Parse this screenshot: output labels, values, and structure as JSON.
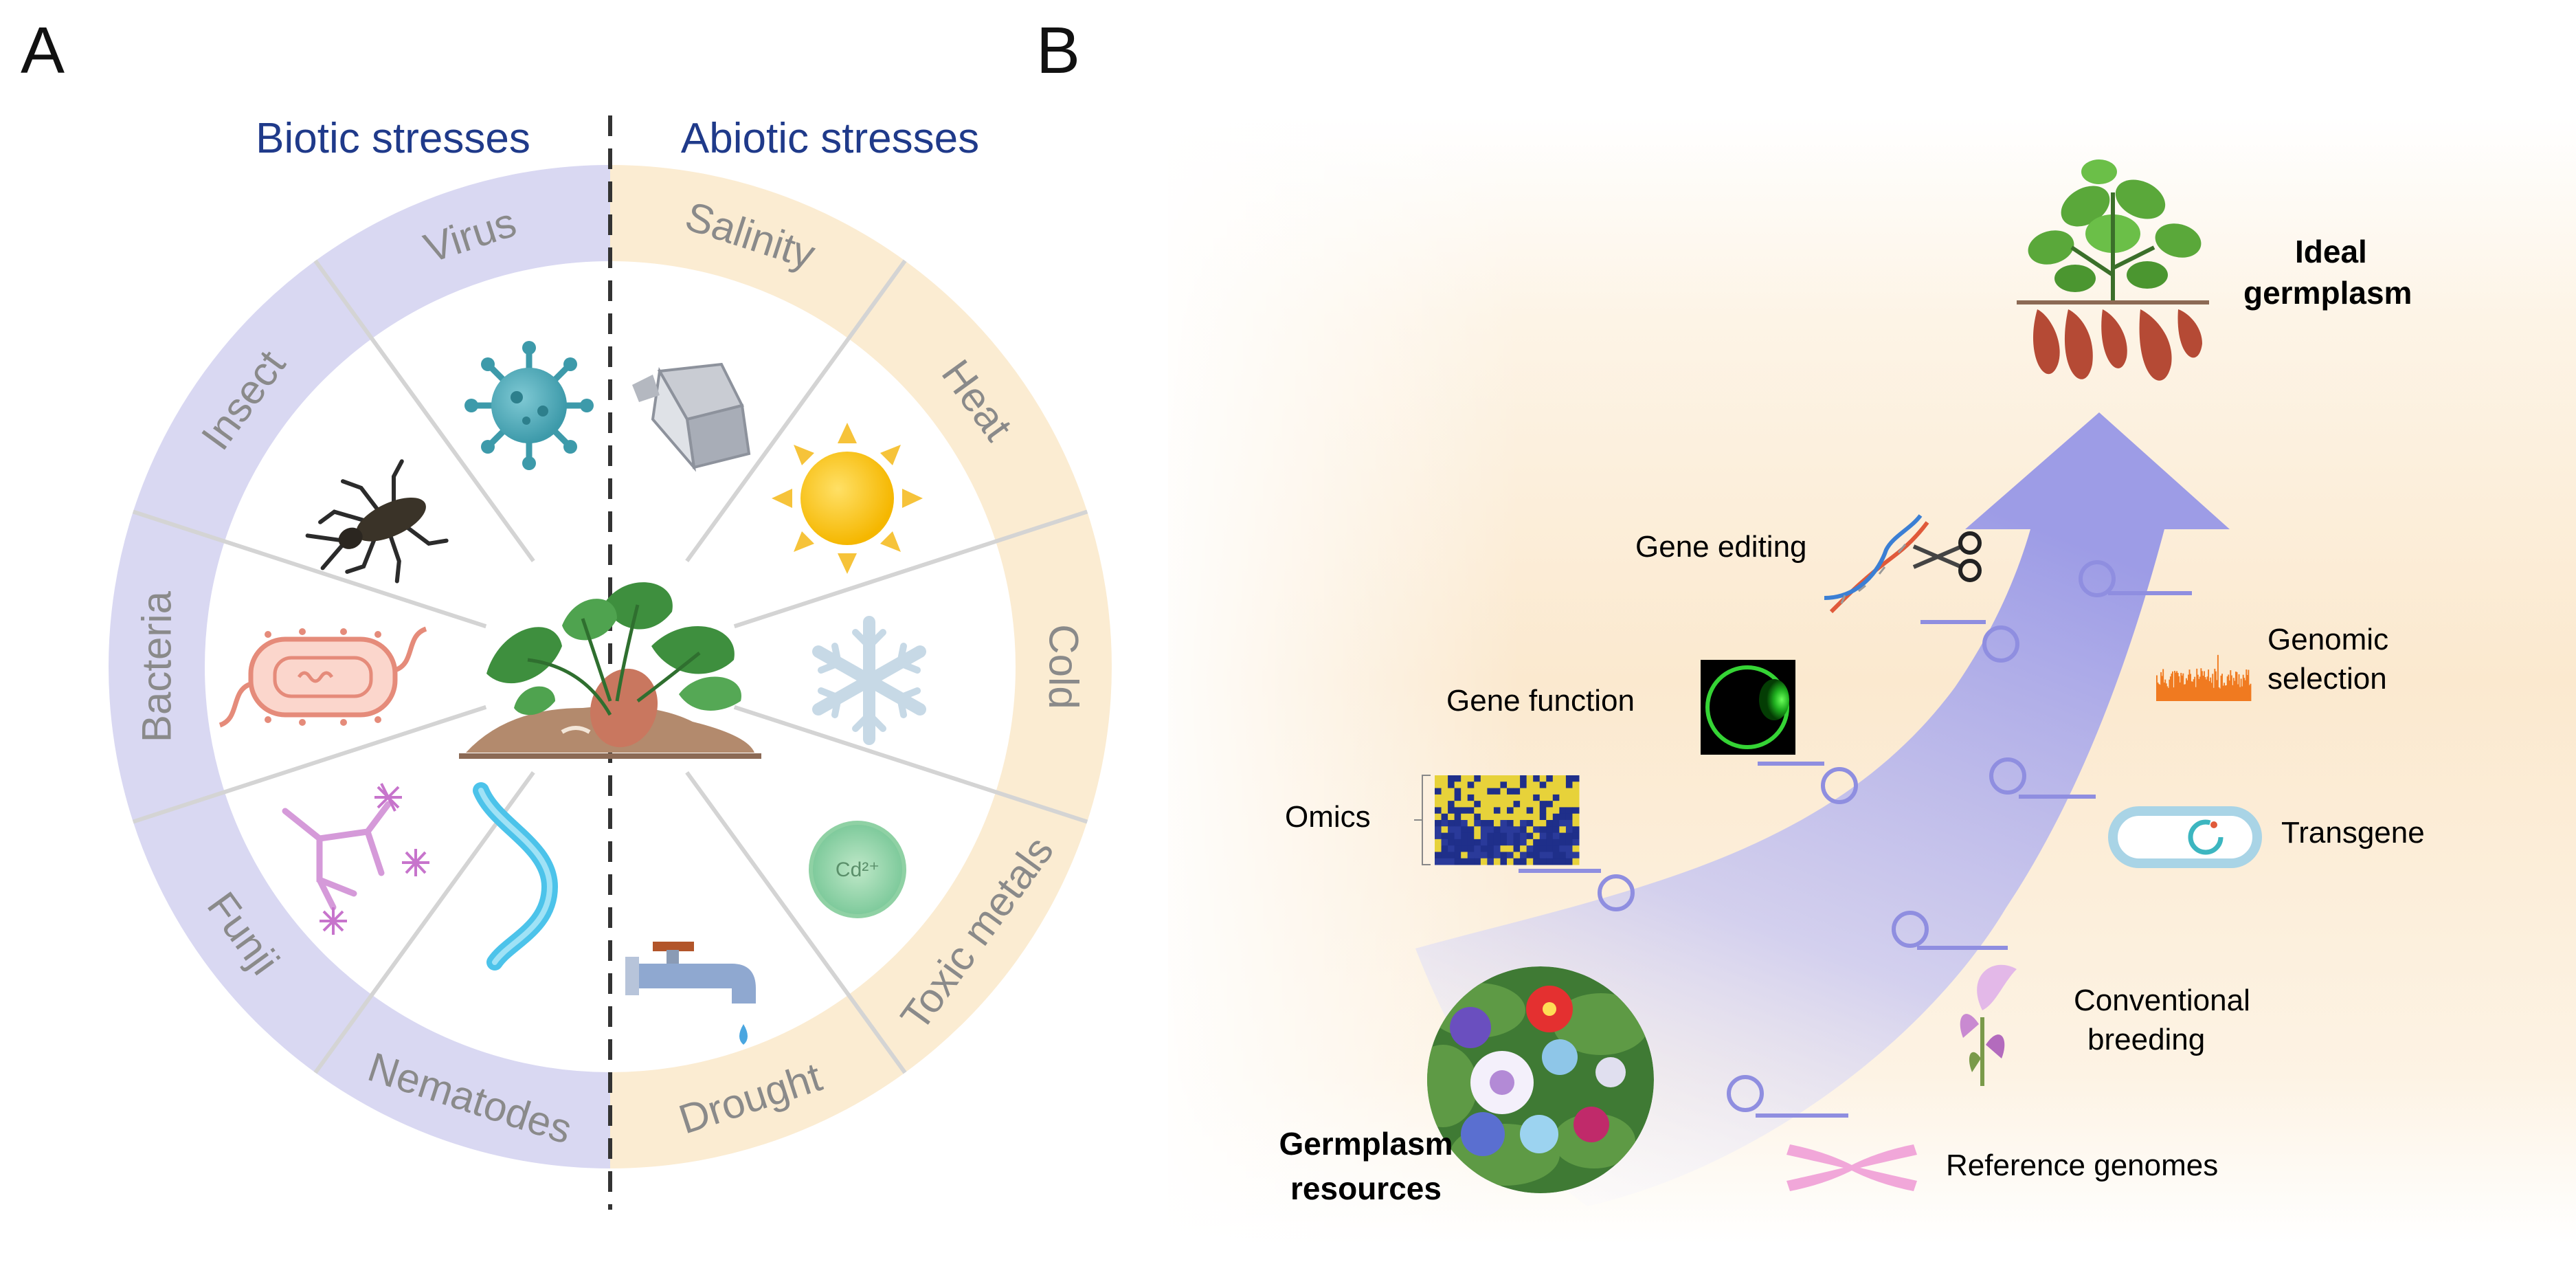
{
  "panelA": {
    "letter": "A",
    "left_header": "Biotic stresses",
    "right_header": "Abiotic stresses",
    "segments": [
      {
        "label": "Salinity",
        "icon": "salt-crystal-icon",
        "side": "abiotic"
      },
      {
        "label": "Heat",
        "icon": "sun-icon",
        "side": "abiotic"
      },
      {
        "label": "Cold",
        "icon": "snowflake-icon",
        "side": "abiotic"
      },
      {
        "label": "Toxic metals",
        "icon": "cadmium-ion-icon",
        "side": "abiotic"
      },
      {
        "label": "Drought",
        "icon": "faucet-icon",
        "side": "abiotic"
      },
      {
        "label": "Nematodes",
        "icon": "nematode-icon",
        "side": "biotic"
      },
      {
        "label": "Funji",
        "icon": "fungi-icon",
        "side": "biotic"
      },
      {
        "label": "Bacteria",
        "icon": "bacterium-icon",
        "side": "biotic"
      },
      {
        "label": "Insect",
        "icon": "insect-icon",
        "side": "biotic"
      },
      {
        "label": "Virus",
        "icon": "virus-icon",
        "side": "biotic"
      }
    ],
    "cd_label": "Cd²⁺",
    "center_icon": "sweet-potato-plant-icon",
    "colors": {
      "biotic": "#d9d8f2",
      "abiotic": "#fbecd2",
      "header": "#1f3a8a",
      "label": "#8a8a8a"
    }
  },
  "panelB": {
    "letter": "B",
    "top_label": {
      "line1": "Ideal",
      "line2": "germplasm"
    },
    "bottom_label": {
      "line1": "Germplasm",
      "line2": "resources"
    },
    "left_steps": [
      {
        "label": "Gene editing",
        "icon": "dna-scissors-icon"
      },
      {
        "label": "Gene function",
        "icon": "fluorescent-cell-icon"
      },
      {
        "label": "Omics",
        "icon": "heatmap-icon"
      }
    ],
    "right_steps": [
      {
        "line1": "Genomic",
        "line2": "selection",
        "icon": "manhattan-plot-icon"
      },
      {
        "line1": "Transgene",
        "line2": "",
        "icon": "plasmid-icon"
      },
      {
        "line1": "Conventional",
        "line2": "breeding",
        "icon": "flower-icon"
      },
      {
        "line1": "Reference genomes",
        "line2": "",
        "icon": "chromosome-icon"
      }
    ],
    "colors": {
      "arrow": "#a9a8ea",
      "marker": "#8f8ee0",
      "background": "#fbe9cf"
    }
  }
}
